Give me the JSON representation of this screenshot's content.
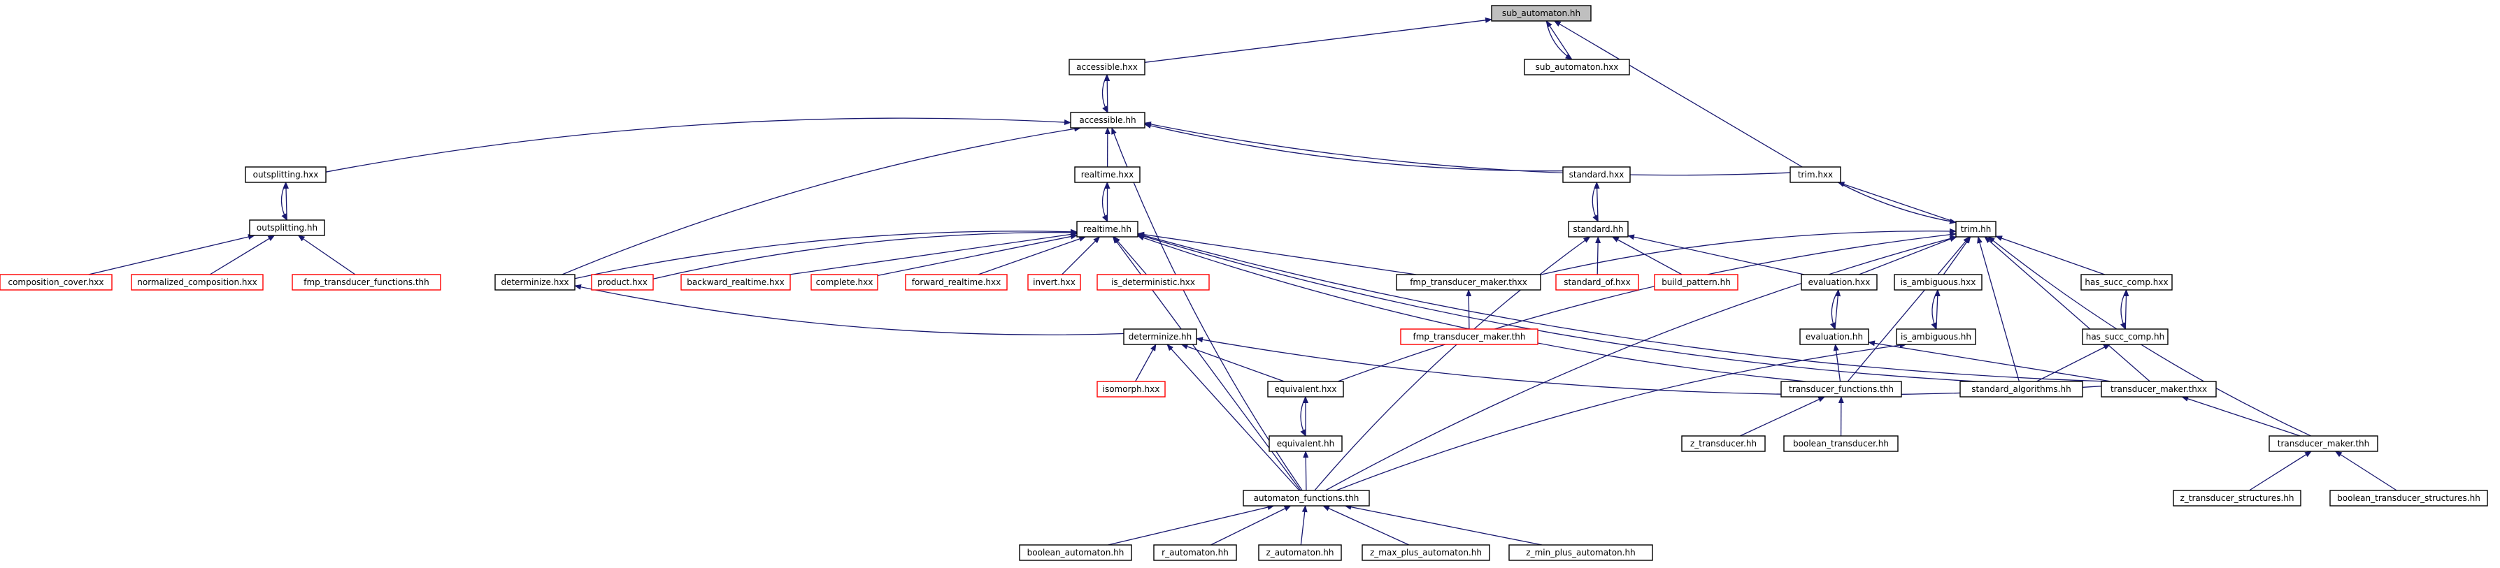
{
  "colors": {
    "edge": "#191970",
    "border": "#000000",
    "border_missing": "#ff0000",
    "root_fill": "#bfbfbf"
  },
  "nodes": [
    {
      "id": "sub_automaton_hh",
      "label": "sub_automaton.hh",
      "style": "root"
    },
    {
      "id": "accessible_hxx",
      "label": "accessible.hxx",
      "style": "black"
    },
    {
      "id": "sub_automaton_hxx",
      "label": "sub_automaton.hxx",
      "style": "black"
    },
    {
      "id": "accessible_hh",
      "label": "accessible.hh",
      "style": "black"
    },
    {
      "id": "outsplitting_hxx",
      "label": "outsplitting.hxx",
      "style": "black"
    },
    {
      "id": "realtime_hxx",
      "label": "realtime.hxx",
      "style": "black"
    },
    {
      "id": "standard_hxx",
      "label": "standard.hxx",
      "style": "black"
    },
    {
      "id": "trim_hxx",
      "label": "trim.hxx",
      "style": "black"
    },
    {
      "id": "outsplitting_hh",
      "label": "outsplitting.hh",
      "style": "black"
    },
    {
      "id": "realtime_hh",
      "label": "realtime.hh",
      "style": "black"
    },
    {
      "id": "standard_hh",
      "label": "standard.hh",
      "style": "black"
    },
    {
      "id": "trim_hh",
      "label": "trim.hh",
      "style": "black"
    },
    {
      "id": "composition_cover_hxx",
      "label": "composition_cover.hxx",
      "style": "red"
    },
    {
      "id": "normalized_composition_hxx",
      "label": "normalized_composition.hxx",
      "style": "red"
    },
    {
      "id": "fmp_transducer_functions_thh",
      "label": "fmp_transducer_functions.thh",
      "style": "red"
    },
    {
      "id": "determinize_hxx",
      "label": "determinize.hxx",
      "style": "black"
    },
    {
      "id": "product_hxx",
      "label": "product.hxx",
      "style": "red"
    },
    {
      "id": "backward_realtime_hxx",
      "label": "backward_realtime.hxx",
      "style": "red"
    },
    {
      "id": "complete_hxx",
      "label": "complete.hxx",
      "style": "red"
    },
    {
      "id": "forward_realtime_hxx",
      "label": "forward_realtime.hxx",
      "style": "red"
    },
    {
      "id": "invert_hxx",
      "label": "invert.hxx",
      "style": "red"
    },
    {
      "id": "is_deterministic_hxx",
      "label": "is_deterministic.hxx",
      "style": "red"
    },
    {
      "id": "fmp_transducer_maker_thxx",
      "label": "fmp_transducer_maker.thxx",
      "style": "black"
    },
    {
      "id": "standard_of_hxx",
      "label": "standard_of.hxx",
      "style": "red"
    },
    {
      "id": "build_pattern_hh",
      "label": "build_pattern.hh",
      "style": "red"
    },
    {
      "id": "evaluation_hxx",
      "label": "evaluation.hxx",
      "style": "black"
    },
    {
      "id": "is_ambiguous_hxx",
      "label": "is_ambiguous.hxx",
      "style": "black"
    },
    {
      "id": "has_succ_comp_hxx",
      "label": "has_succ_comp.hxx",
      "style": "black"
    },
    {
      "id": "fmp_transducer_maker_thh",
      "label": "fmp_transducer_maker.thh",
      "style": "red"
    },
    {
      "id": "determinize_hh",
      "label": "determinize.hh",
      "style": "black"
    },
    {
      "id": "evaluation_hh",
      "label": "evaluation.hh",
      "style": "black"
    },
    {
      "id": "is_ambiguous_hh",
      "label": "is_ambiguous.hh",
      "style": "black"
    },
    {
      "id": "has_succ_comp_hh",
      "label": "has_succ_comp.hh",
      "style": "black"
    },
    {
      "id": "isomorph_hxx",
      "label": "isomorph.hxx",
      "style": "red"
    },
    {
      "id": "equivalent_hxx",
      "label": "equivalent.hxx",
      "style": "black"
    },
    {
      "id": "transducer_functions_thh",
      "label": "transducer_functions.thh",
      "style": "black"
    },
    {
      "id": "standard_algorithms_hh",
      "label": "standard_algorithms.hh",
      "style": "black"
    },
    {
      "id": "transducer_maker_thxx",
      "label": "transducer_maker.thxx",
      "style": "black"
    },
    {
      "id": "equivalent_hh",
      "label": "equivalent.hh",
      "style": "black"
    },
    {
      "id": "z_transducer_hh",
      "label": "z_transducer.hh",
      "style": "black"
    },
    {
      "id": "boolean_transducer_hh",
      "label": "boolean_transducer.hh",
      "style": "black"
    },
    {
      "id": "transducer_maker_thh",
      "label": "transducer_maker.thh",
      "style": "black"
    },
    {
      "id": "automaton_functions_thh",
      "label": "automaton_functions.thh",
      "style": "black"
    },
    {
      "id": "z_transducer_structures_hh",
      "label": "z_transducer_structures.hh",
      "style": "black"
    },
    {
      "id": "boolean_transducer_structures_hh",
      "label": "boolean_transducer_structures.hh",
      "style": "black"
    },
    {
      "id": "boolean_automaton_hh",
      "label": "boolean_automaton.hh",
      "style": "black"
    },
    {
      "id": "r_automaton_hh",
      "label": "r_automaton.hh",
      "style": "black"
    },
    {
      "id": "z_automaton_hh",
      "label": "z_automaton.hh",
      "style": "black"
    },
    {
      "id": "z_max_plus_automaton_hh",
      "label": "z_max_plus_automaton.hh",
      "style": "black"
    },
    {
      "id": "z_min_plus_automaton_hh",
      "label": "z_min_plus_automaton.hh",
      "style": "black"
    }
  ],
  "edges": [
    [
      "accessible_hxx",
      "sub_automaton_hh"
    ],
    [
      "sub_automaton_hxx",
      "sub_automaton_hh"
    ],
    [
      "trim_hxx",
      "sub_automaton_hh"
    ],
    [
      "sub_automaton_hh",
      "sub_automaton_hxx"
    ],
    [
      "accessible_hh",
      "accessible_hxx"
    ],
    [
      "accessible_hxx",
      "accessible_hh"
    ],
    [
      "outsplitting_hxx",
      "accessible_hh"
    ],
    [
      "realtime_hxx",
      "accessible_hh"
    ],
    [
      "standard_hxx",
      "accessible_hh"
    ],
    [
      "trim_hxx",
      "accessible_hh"
    ],
    [
      "determinize_hxx",
      "accessible_hh"
    ],
    [
      "automaton_functions_thh",
      "accessible_hh"
    ],
    [
      "outsplitting_hh",
      "outsplitting_hxx"
    ],
    [
      "outsplitting_hxx",
      "outsplitting_hh"
    ],
    [
      "composition_cover_hxx",
      "outsplitting_hh"
    ],
    [
      "normalized_composition_hxx",
      "outsplitting_hh"
    ],
    [
      "fmp_transducer_functions_thh",
      "outsplitting_hh"
    ],
    [
      "realtime_hh",
      "realtime_hxx"
    ],
    [
      "realtime_hxx",
      "realtime_hh"
    ],
    [
      "determinize_hxx",
      "realtime_hh"
    ],
    [
      "product_hxx",
      "realtime_hh"
    ],
    [
      "backward_realtime_hxx",
      "realtime_hh"
    ],
    [
      "complete_hxx",
      "realtime_hh"
    ],
    [
      "forward_realtime_hxx",
      "realtime_hh"
    ],
    [
      "invert_hxx",
      "realtime_hh"
    ],
    [
      "is_deterministic_hxx",
      "realtime_hh"
    ],
    [
      "fmp_transducer_maker_thxx",
      "realtime_hh"
    ],
    [
      "automaton_functions_thh",
      "realtime_hh"
    ],
    [
      "transducer_functions_thh",
      "realtime_hh"
    ],
    [
      "standard_algorithms_hh",
      "realtime_hh"
    ],
    [
      "transducer_maker_thxx",
      "realtime_hh"
    ],
    [
      "standard_hh",
      "standard_hxx"
    ],
    [
      "standard_hxx",
      "standard_hh"
    ],
    [
      "standard_of_hxx",
      "standard_hh"
    ],
    [
      "build_pattern_hh",
      "standard_hh"
    ],
    [
      "evaluation_hxx",
      "standard_hh"
    ],
    [
      "automaton_functions_thh",
      "standard_hh"
    ],
    [
      "trim_hh",
      "trim_hxx"
    ],
    [
      "trim_hxx",
      "trim_hh"
    ],
    [
      "fmp_transducer_maker_thxx",
      "trim_hh"
    ],
    [
      "evaluation_hxx",
      "trim_hh"
    ],
    [
      "is_ambiguous_hxx",
      "trim_hh"
    ],
    [
      "has_succ_comp_hxx",
      "trim_hh"
    ],
    [
      "equivalent_hxx",
      "trim_hh"
    ],
    [
      "transducer_functions_thh",
      "trim_hh"
    ],
    [
      "standard_algorithms_hh",
      "trim_hh"
    ],
    [
      "transducer_maker_thxx",
      "trim_hh"
    ],
    [
      "transducer_maker_thh",
      "trim_hh"
    ],
    [
      "automaton_functions_thh",
      "trim_hh"
    ],
    [
      "fmp_transducer_maker_thh",
      "fmp_transducer_maker_thxx"
    ],
    [
      "determinize_hh",
      "determinize_hxx"
    ],
    [
      "evaluation_hh",
      "evaluation_hxx"
    ],
    [
      "evaluation_hxx",
      "evaluation_hh"
    ],
    [
      "is_ambiguous_hh",
      "is_ambiguous_hxx"
    ],
    [
      "is_ambiguous_hxx",
      "is_ambiguous_hh"
    ],
    [
      "has_succ_comp_hh",
      "has_succ_comp_hxx"
    ],
    [
      "has_succ_comp_hxx",
      "has_succ_comp_hh"
    ],
    [
      "isomorph_hxx",
      "determinize_hh"
    ],
    [
      "equivalent_hxx",
      "determinize_hh"
    ],
    [
      "automaton_functions_thh",
      "determinize_hh"
    ],
    [
      "transducer_maker_thxx",
      "determinize_hh"
    ],
    [
      "transducer_functions_thh",
      "evaluation_hh"
    ],
    [
      "transducer_maker_thxx",
      "evaluation_hh"
    ],
    [
      "automaton_functions_thh",
      "is_ambiguous_hh"
    ],
    [
      "standard_algorithms_hh",
      "has_succ_comp_hh"
    ],
    [
      "equivalent_hh",
      "equivalent_hxx"
    ],
    [
      "equivalent_hxx",
      "equivalent_hh"
    ],
    [
      "z_transducer_hh",
      "transducer_functions_thh"
    ],
    [
      "boolean_transducer_hh",
      "transducer_functions_thh"
    ],
    [
      "transducer_maker_thh",
      "transducer_maker_thxx"
    ],
    [
      "automaton_functions_thh",
      "equivalent_hh"
    ],
    [
      "z_transducer_structures_hh",
      "transducer_maker_thh"
    ],
    [
      "boolean_transducer_structures_hh",
      "transducer_maker_thh"
    ],
    [
      "boolean_automaton_hh",
      "automaton_functions_thh"
    ],
    [
      "r_automaton_hh",
      "automaton_functions_thh"
    ],
    [
      "z_automaton_hh",
      "automaton_functions_thh"
    ],
    [
      "z_max_plus_automaton_hh",
      "automaton_functions_thh"
    ],
    [
      "z_min_plus_automaton_hh",
      "automaton_functions_thh"
    ]
  ]
}
